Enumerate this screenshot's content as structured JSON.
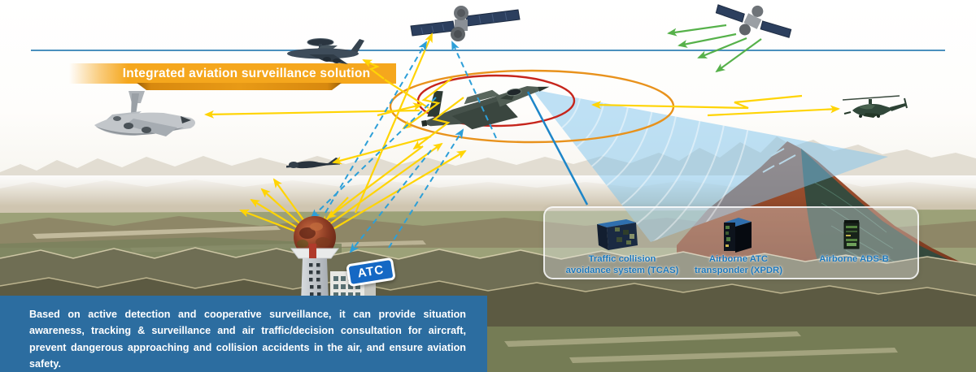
{
  "banner": {
    "title": "Integrated aviation surveillance solution"
  },
  "atc": {
    "sign_label": "ATC"
  },
  "equipment_panel": {
    "items": [
      {
        "name": "tcas",
        "label_line1": "Traffic collision",
        "label_line2": "avoidance system (TCAS)"
      },
      {
        "name": "xpdr",
        "label_line1": "Airborne ATC",
        "label_line2": "transponder (XPDR)"
      },
      {
        "name": "adsb",
        "label_line1": "Airborne ADS-B",
        "label_line2": ""
      }
    ]
  },
  "description": {
    "text": "Based on active detection and cooperative surveillance, it can provide situation awareness, tracking & surveillance and air traffic/decision consultation for aircraft, prevent dangerous approaching and collision accidents in the air, and ensure aviation safety."
  },
  "scene_entities": [
    "communication-satellite",
    "navigation-satellite",
    "awacs-aircraft",
    "transport-aircraft",
    "fighter-jet",
    "uav-drone",
    "helicopter",
    "atc-tower",
    "radar-beam",
    "surveillance-ellipses"
  ],
  "colors": {
    "banner_orange": "#F5A71D",
    "arrow_yellow": "#FFD405",
    "arrow_blue_dashed": "#2D9FD8",
    "arrow_green": "#56B14A",
    "link_blue": "#1E86C8",
    "ellipse_red": "#C6251C",
    "ellipse_orange": "#E8921C",
    "sign_blue": "#1568C4",
    "label_blue": "#1B76BA",
    "description_bg": "#2C6DA0",
    "horizon_blue": "#4A90BE"
  }
}
